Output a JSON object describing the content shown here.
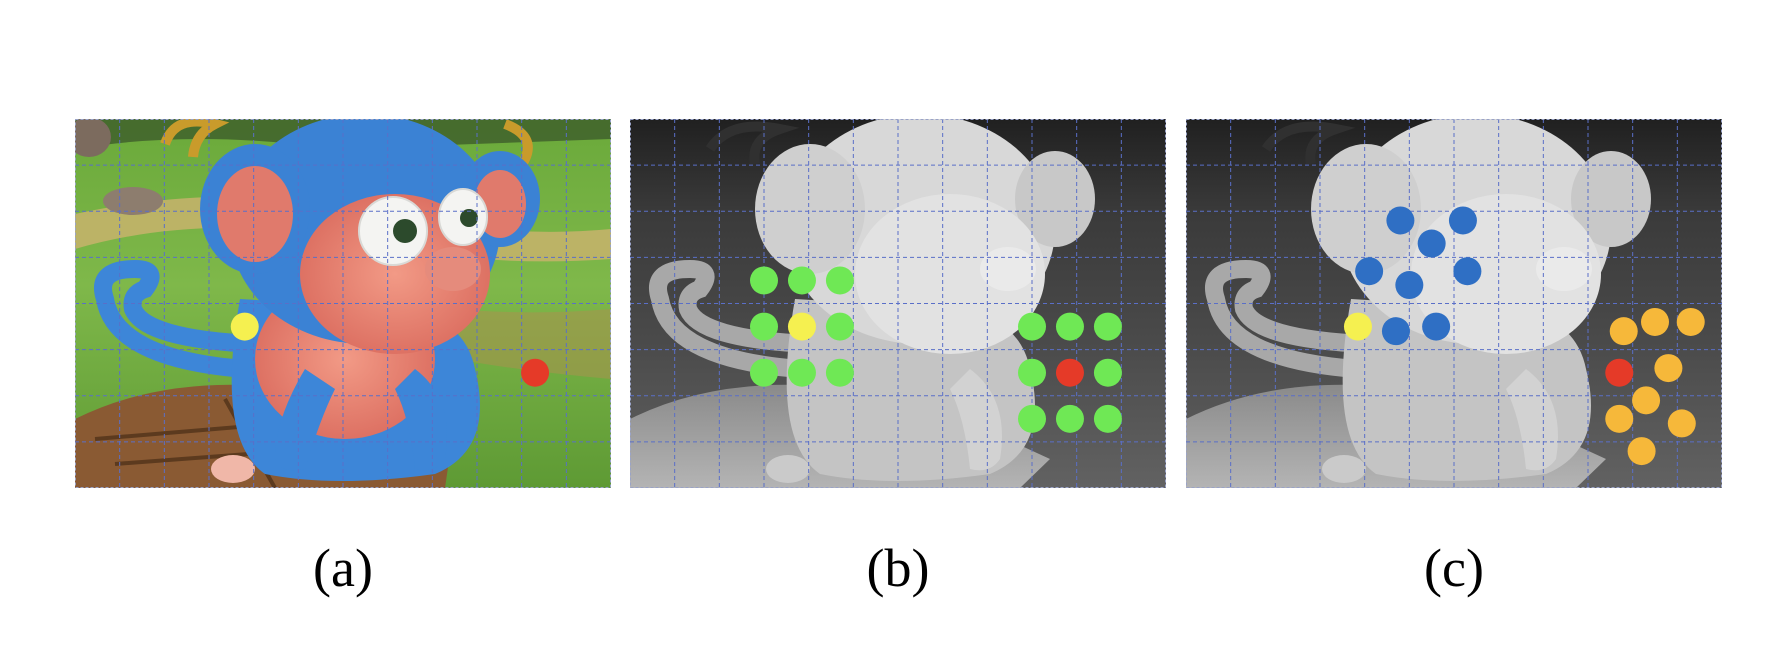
{
  "panels": [
    {
      "id": "a",
      "caption": "(a)",
      "image": "rendered-monkey-scene",
      "grid": {
        "cols": 12,
        "rows": 8,
        "color": "#5a6fc8"
      },
      "markers": [
        {
          "name": "yellow-dot",
          "color": "#f5f050",
          "col": 3.8,
          "row": 4.5
        },
        {
          "name": "red-dot",
          "color": "#e53a28",
          "col": 10.3,
          "row": 5.5
        }
      ]
    },
    {
      "id": "b",
      "caption": "(b)",
      "image": "depth-map",
      "grid": {
        "cols": 12,
        "rows": 8,
        "color": "#5a6fc8"
      },
      "markers": [
        {
          "name": "green-dot",
          "color": "#6fe855",
          "col": 3.0,
          "row": 3.5
        },
        {
          "name": "green-dot",
          "color": "#6fe855",
          "col": 3.85,
          "row": 3.5
        },
        {
          "name": "green-dot",
          "color": "#6fe855",
          "col": 4.7,
          "row": 3.5
        },
        {
          "name": "green-dot",
          "color": "#6fe855",
          "col": 3.0,
          "row": 4.5
        },
        {
          "name": "yellow-dot",
          "color": "#f5f050",
          "col": 3.85,
          "row": 4.5
        },
        {
          "name": "green-dot",
          "color": "#6fe855",
          "col": 4.7,
          "row": 4.5
        },
        {
          "name": "green-dot",
          "color": "#6fe855",
          "col": 3.0,
          "row": 5.5
        },
        {
          "name": "green-dot",
          "color": "#6fe855",
          "col": 3.85,
          "row": 5.5
        },
        {
          "name": "green-dot",
          "color": "#6fe855",
          "col": 4.7,
          "row": 5.5
        },
        {
          "name": "green-dot",
          "color": "#6fe855",
          "col": 9.0,
          "row": 4.5
        },
        {
          "name": "green-dot",
          "color": "#6fe855",
          "col": 9.85,
          "row": 4.5
        },
        {
          "name": "green-dot",
          "color": "#6fe855",
          "col": 10.7,
          "row": 4.5
        },
        {
          "name": "green-dot",
          "color": "#6fe855",
          "col": 9.0,
          "row": 5.5
        },
        {
          "name": "red-dot",
          "color": "#e53a28",
          "col": 9.85,
          "row": 5.5
        },
        {
          "name": "green-dot",
          "color": "#6fe855",
          "col": 10.7,
          "row": 5.5
        },
        {
          "name": "green-dot",
          "color": "#6fe855",
          "col": 9.0,
          "row": 6.5
        },
        {
          "name": "green-dot",
          "color": "#6fe855",
          "col": 9.85,
          "row": 6.5
        },
        {
          "name": "green-dot",
          "color": "#6fe855",
          "col": 10.7,
          "row": 6.5
        }
      ]
    },
    {
      "id": "c",
      "caption": "(c)",
      "image": "depth-map",
      "grid": {
        "cols": 12,
        "rows": 8,
        "color": "#5a6fc8"
      },
      "markers": [
        {
          "name": "blue-dot",
          "color": "#2f6fc4",
          "col": 4.8,
          "row": 2.2
        },
        {
          "name": "blue-dot",
          "color": "#2f6fc4",
          "col": 5.5,
          "row": 2.7
        },
        {
          "name": "blue-dot",
          "color": "#2f6fc4",
          "col": 6.2,
          "row": 2.2
        },
        {
          "name": "blue-dot",
          "color": "#2f6fc4",
          "col": 4.1,
          "row": 3.3
        },
        {
          "name": "blue-dot",
          "color": "#2f6fc4",
          "col": 5.0,
          "row": 3.6
        },
        {
          "name": "blue-dot",
          "color": "#2f6fc4",
          "col": 6.3,
          "row": 3.3
        },
        {
          "name": "blue-dot",
          "color": "#2f6fc4",
          "col": 4.7,
          "row": 4.6
        },
        {
          "name": "blue-dot",
          "color": "#2f6fc4",
          "col": 5.6,
          "row": 4.5
        },
        {
          "name": "yellow-dot",
          "color": "#f5f050",
          "col": 3.85,
          "row": 4.5
        },
        {
          "name": "orange-dot",
          "color": "#f6b83a",
          "col": 9.8,
          "row": 4.6
        },
        {
          "name": "orange-dot",
          "color": "#f6b83a",
          "col": 10.5,
          "row": 4.4
        },
        {
          "name": "orange-dot",
          "color": "#f6b83a",
          "col": 11.3,
          "row": 4.4
        },
        {
          "name": "red-dot",
          "color": "#e53a28",
          "col": 9.7,
          "row": 5.5
        },
        {
          "name": "orange-dot",
          "color": "#f6b83a",
          "col": 10.8,
          "row": 5.4
        },
        {
          "name": "orange-dot",
          "color": "#f6b83a",
          "col": 9.7,
          "row": 6.5
        },
        {
          "name": "orange-dot",
          "color": "#f6b83a",
          "col": 10.3,
          "row": 6.1
        },
        {
          "name": "orange-dot",
          "color": "#f6b83a",
          "col": 11.1,
          "row": 6.6
        },
        {
          "name": "orange-dot",
          "color": "#f6b83a",
          "col": 10.2,
          "row": 7.2
        }
      ]
    }
  ]
}
